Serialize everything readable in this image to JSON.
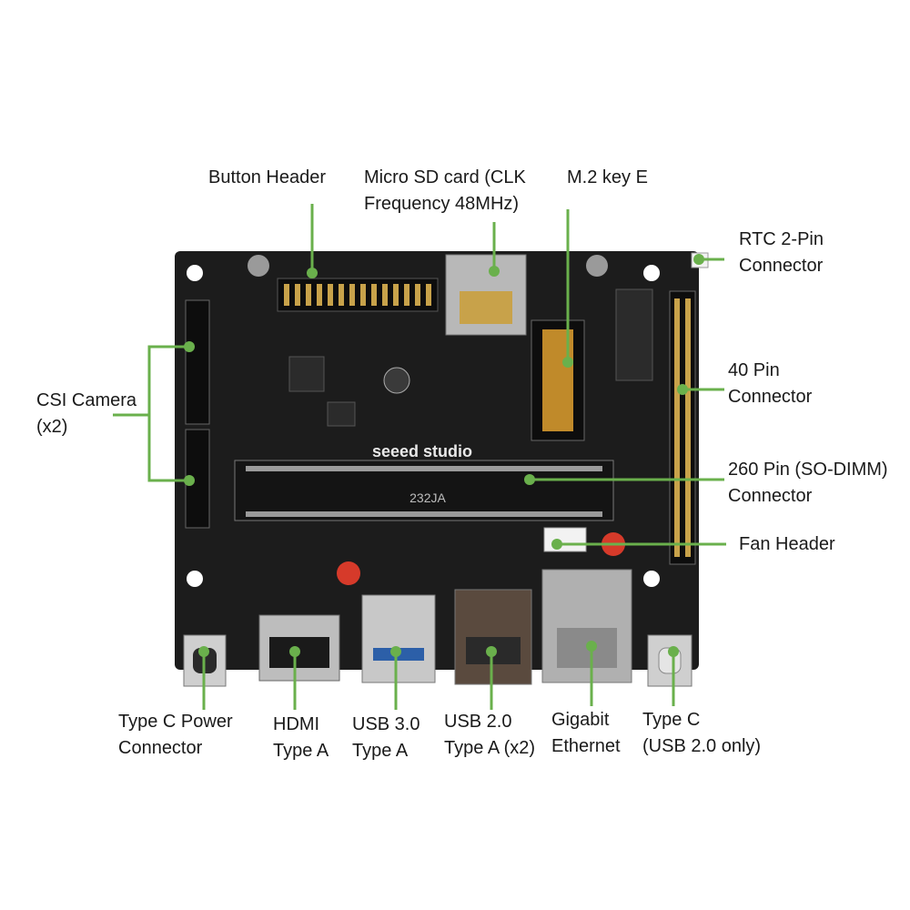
{
  "colors": {
    "leader": "#6ab04c",
    "board": "#1c1c1c",
    "text": "#1a1a1a"
  },
  "board": {
    "brand": "seeed studio",
    "module_marking": "232JA"
  },
  "labels": {
    "button_header": [
      "Button Header"
    ],
    "micro_sd": [
      "Micro SD card (CLK",
      "Frequency 48MHz)"
    ],
    "m2_key_e": [
      "M.2 key E"
    ],
    "rtc": [
      "RTC 2-Pin",
      "Connector"
    ],
    "pin40": [
      "40 Pin",
      "Connector"
    ],
    "sodimm": [
      "260 Pin (SO-DIMM)",
      "Connector"
    ],
    "fan": [
      "Fan Header"
    ],
    "csi": [
      "CSI Camera",
      "(x2)"
    ],
    "typec_power": [
      "Type C Power",
      "Connector"
    ],
    "hdmi": [
      "HDMI",
      "Type A"
    ],
    "usb30": [
      "USB 3.0",
      "Type A"
    ],
    "usb20": [
      "USB 2.0",
      "Type A (x2)"
    ],
    "ethernet": [
      "Gigabit",
      "Ethernet"
    ],
    "typec": [
      "Type C",
      "(USB 2.0 only)"
    ]
  }
}
